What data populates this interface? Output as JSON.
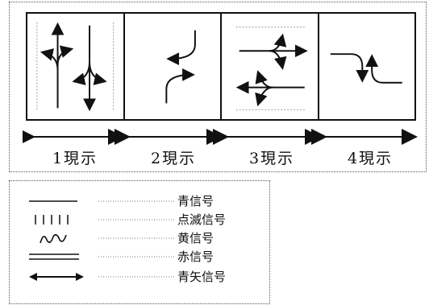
{
  "phases": [
    {
      "label": "1現示"
    },
    {
      "label": "2現示"
    },
    {
      "label": "3現示"
    },
    {
      "label": "4現示"
    }
  ],
  "legend": [
    {
      "symbol": "solid-line-icon",
      "label": "青信号"
    },
    {
      "symbol": "dashed-vertical-ticks-icon",
      "label": "点滅信号"
    },
    {
      "symbol": "zigzag-icon",
      "label": "黄信号"
    },
    {
      "symbol": "double-line-icon",
      "label": "赤信号"
    },
    {
      "symbol": "double-arrow-icon",
      "label": "青矢信号"
    }
  ]
}
